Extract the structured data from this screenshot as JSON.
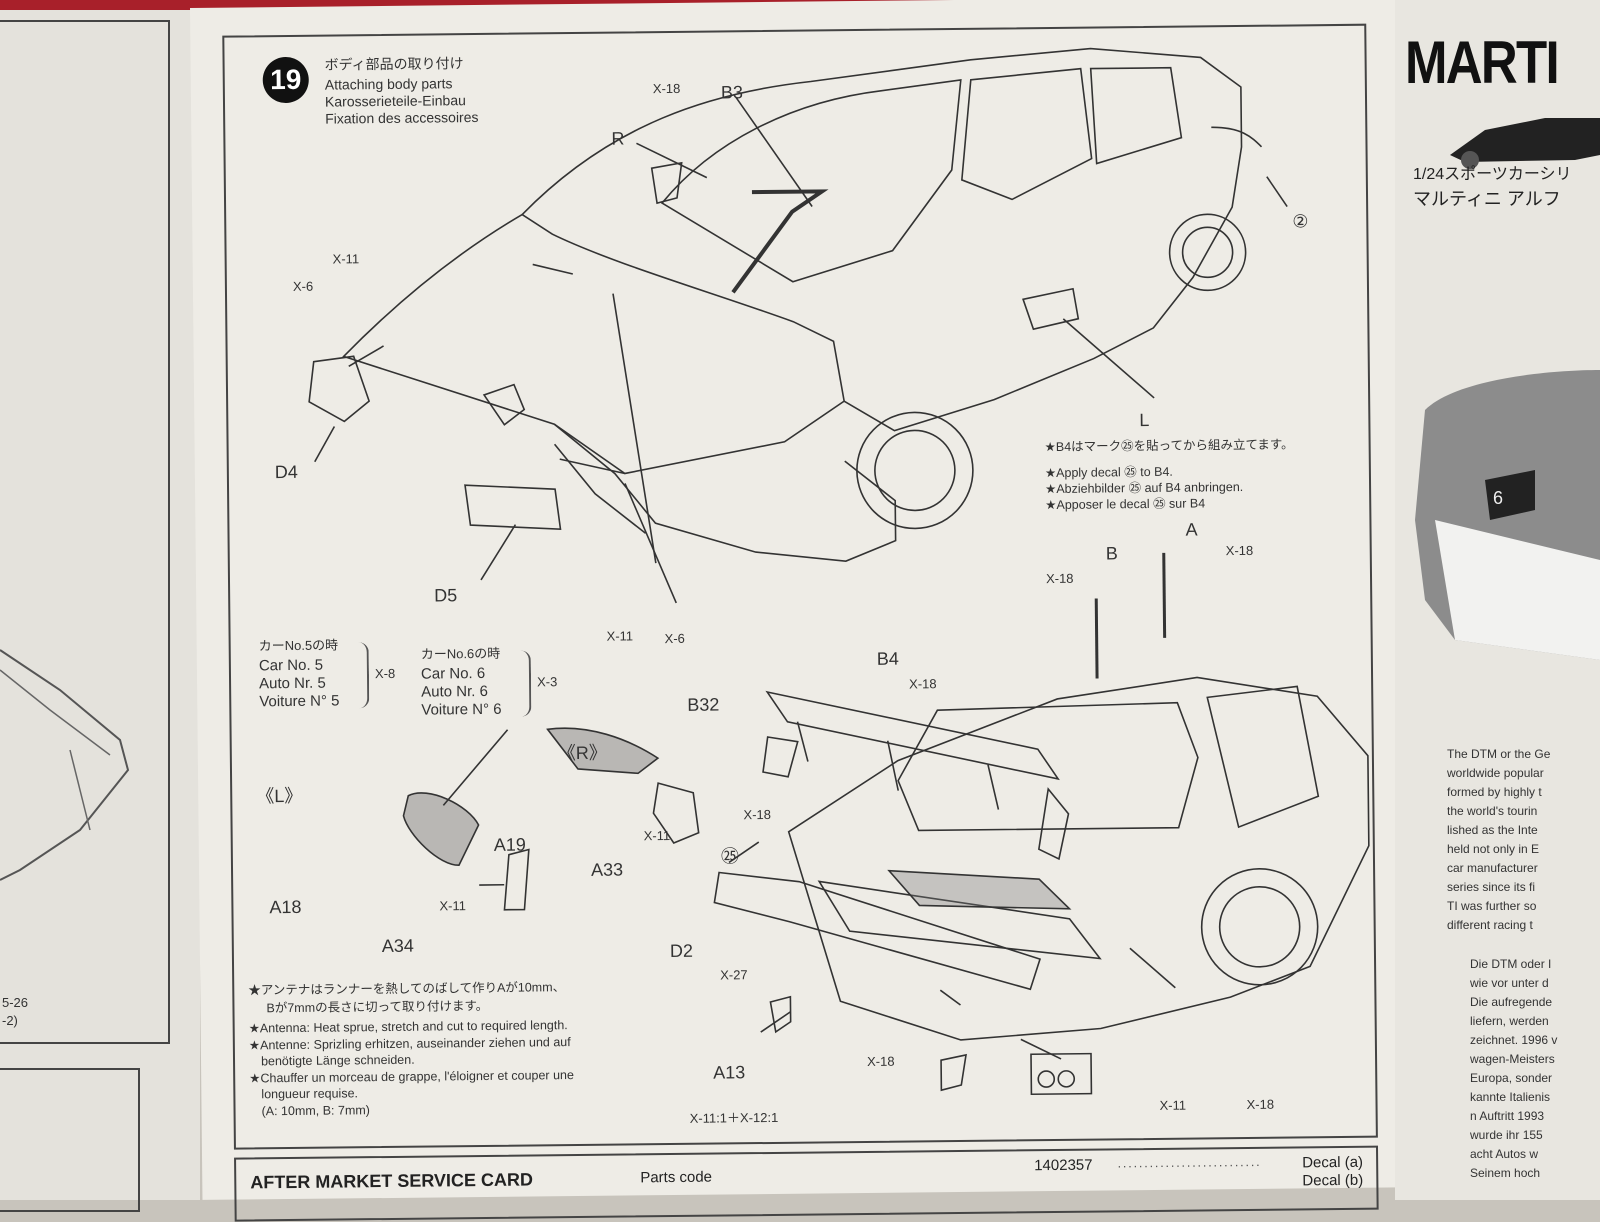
{
  "step": {
    "number": "19",
    "title_jp": "ボディ部品の取り付け",
    "title_en": "Attaching body parts",
    "title_de": "Karosserieteile-Einbau",
    "title_fr": "Fixation des accessoires"
  },
  "top_labels": {
    "x18_b3": "X-18",
    "b3": "B3",
    "r": "R",
    "circ2": "②",
    "x11_a": "X-11",
    "x6_a": "X-6",
    "d4": "D4",
    "d5": "D5",
    "x11_b": "X-11",
    "x6_b": "X-6",
    "l": "L"
  },
  "decal_note": {
    "jp": "★B4はマーク㉕を貼ってから組み立てます。",
    "en": "★Apply decal ㉕ to B4.",
    "de": "★Abziehbilder ㉕ auf B4 anbringen.",
    "fr": "★Apposer le decal ㉕ sur B4"
  },
  "car5": {
    "jp": "カーNo.5の時",
    "en": "Car No. 5",
    "de": "Auto Nr. 5",
    "fr": "Voiture N° 5",
    "part": "X-8"
  },
  "car6": {
    "jp": "カーNo.6の時",
    "en": "Car No. 6",
    "de": "Auto Nr. 6",
    "fr": "Voiture N° 6",
    "part": "X-3"
  },
  "mirror_labels": {
    "r_side": "《R》",
    "l_side": "《L》",
    "a19": "A19",
    "a33": "A33",
    "x11_r": "X-11",
    "a18": "A18",
    "a34": "A34",
    "x11_l": "X-11"
  },
  "rear_labels": {
    "a": "A",
    "x18_a": "X-18",
    "b": "B",
    "x18_b": "X-18",
    "b4": "B4",
    "x18_b4": "X-18",
    "b32": "B32",
    "x18_b32": "X-18",
    "decal25": "㉕",
    "d2": "D2",
    "x27": "X-27",
    "a13": "A13",
    "x18_bottom": "X-18",
    "x11_1x12_1": "X-11:1＋X-12:1",
    "x11_rear": "X-11",
    "x18_rear": "X-18"
  },
  "antenna_note": {
    "jp1": "★アンテナはランナーを熱してのばして作りAが10mm、",
    "jp2": "Bが7mmの長さに切って取り付けます。",
    "en": "★Antenna: Heat sprue, stretch and cut to required length.",
    "de1": "★Antenne: Sprizling erhitzen, auseinander ziehen und auf",
    "de2": "benötigte Länge schneiden.",
    "fr1": "★Chauffer un morceau de grappe, l'éloigner et couper une",
    "fr2": "longueur requise.",
    "dims": "(A: 10mm, B: 7mm)"
  },
  "service_card": {
    "title": "AFTER MARKET SERVICE CARD",
    "parts_code": "Parts code",
    "code1": "1402357",
    "decal_a": "Decal (a)",
    "decal_b": "Decal (b)"
  },
  "left_sheet": {
    "ref1": "5-26",
    "ref2": "-2)"
  },
  "right_sheet": {
    "brand": "MARTI",
    "series_jp": "1/24スポーツカーシリ",
    "name_jp": "マルティニ アルフ",
    "para_en": [
      "The DTM or the Ge",
      "worldwide popular",
      "formed by highly t",
      "the world's tourin",
      "lished as the Inte",
      "held not only in E",
      "car manufacturer",
      "series since its fi",
      "TI was further so",
      "different racing t"
    ],
    "para_de": [
      "Die DTM oder I",
      "wie vor unter d",
      "Die aufregende",
      "liefern, werden",
      "zeichnet. 1996 v",
      "wagen-Meisters",
      "Europa, sonder",
      "kannte Italienis",
      "n Auftritt 1993",
      "wurde ihr 155",
      "acht Autos w",
      "Seinem hoch"
    ]
  }
}
